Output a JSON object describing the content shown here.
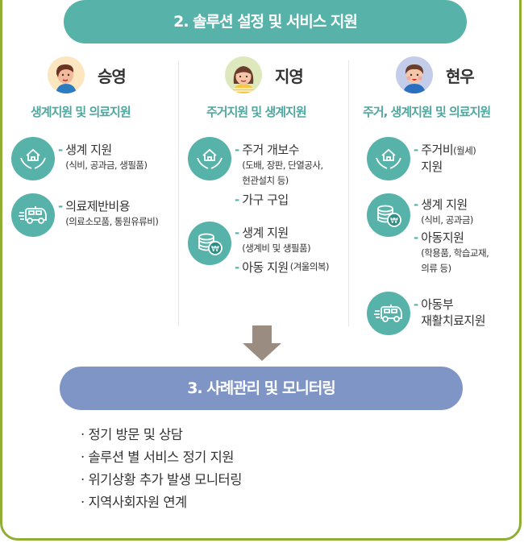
{
  "section2": {
    "title": "2. 솔루션 설정 및 서비스 지원",
    "color": "#57b3aa"
  },
  "columns": [
    {
      "name": "승영",
      "subtitle": "생계지원 및 의료지원",
      "avatar_bg": "#fbe6bf",
      "groups": [
        {
          "icon": "house-in-hands-icon",
          "entries": [
            {
              "main": "생계 지원",
              "detail": "(식비, 공과금, 생필품)"
            }
          ]
        },
        {
          "icon": "ambulance-icon",
          "entries": [
            {
              "main": "의료제반비용",
              "detail": "(의료소모품, 통원유류비)"
            }
          ]
        }
      ]
    },
    {
      "name": "지영",
      "subtitle": "주거지원 및 생계지원",
      "avatar_bg": "#dde9bd",
      "groups": [
        {
          "icon": "house-in-hands-icon",
          "entries": [
            {
              "main": "주거 개보수",
              "detail": "(도배, 장판, 단열공사,",
              "detail2": "현관설치 등)"
            },
            {
              "main": "가구 구입"
            }
          ]
        },
        {
          "icon": "coins-won-icon",
          "entries": [
            {
              "main": "생계 지원",
              "detail": "(생계비 및 생필품)"
            },
            {
              "main": "아동 지원",
              "inline_detail": "(겨울의복)"
            }
          ]
        }
      ]
    },
    {
      "name": "현우",
      "subtitle": "주거, 생계지원 및 의료지원",
      "avatar_bg": "#c3cde9",
      "groups": [
        {
          "icon": "house-in-hands-icon",
          "entries": [
            {
              "main": "주거비",
              "inline_detail": "(월세)",
              "main2": "지원"
            }
          ]
        },
        {
          "icon": "coins-won-icon",
          "entries": [
            {
              "main": "생계 지원",
              "detail": "(식비, 공과금)"
            },
            {
              "main": "아동지원",
              "detail": "(학용품, 학습교재,",
              "detail2": "의류 등)"
            }
          ]
        },
        {
          "icon": "ambulance-icon",
          "entries": [
            {
              "main": "아동부",
              "main2": "재활치료지원"
            }
          ]
        }
      ]
    }
  ],
  "arrow_color": "#9b8c82",
  "section3": {
    "title": "3. 사례관리 및 모니터링",
    "color": "#7e95c6",
    "bullets": [
      "· 정기 방문 및 상담",
      "· 솔루션 별 서비스 정기 지원",
      "· 위기상황 추가 발생 모니터링",
      "· 지역사회자원 연계"
    ]
  },
  "frame_color": "#8fae33"
}
